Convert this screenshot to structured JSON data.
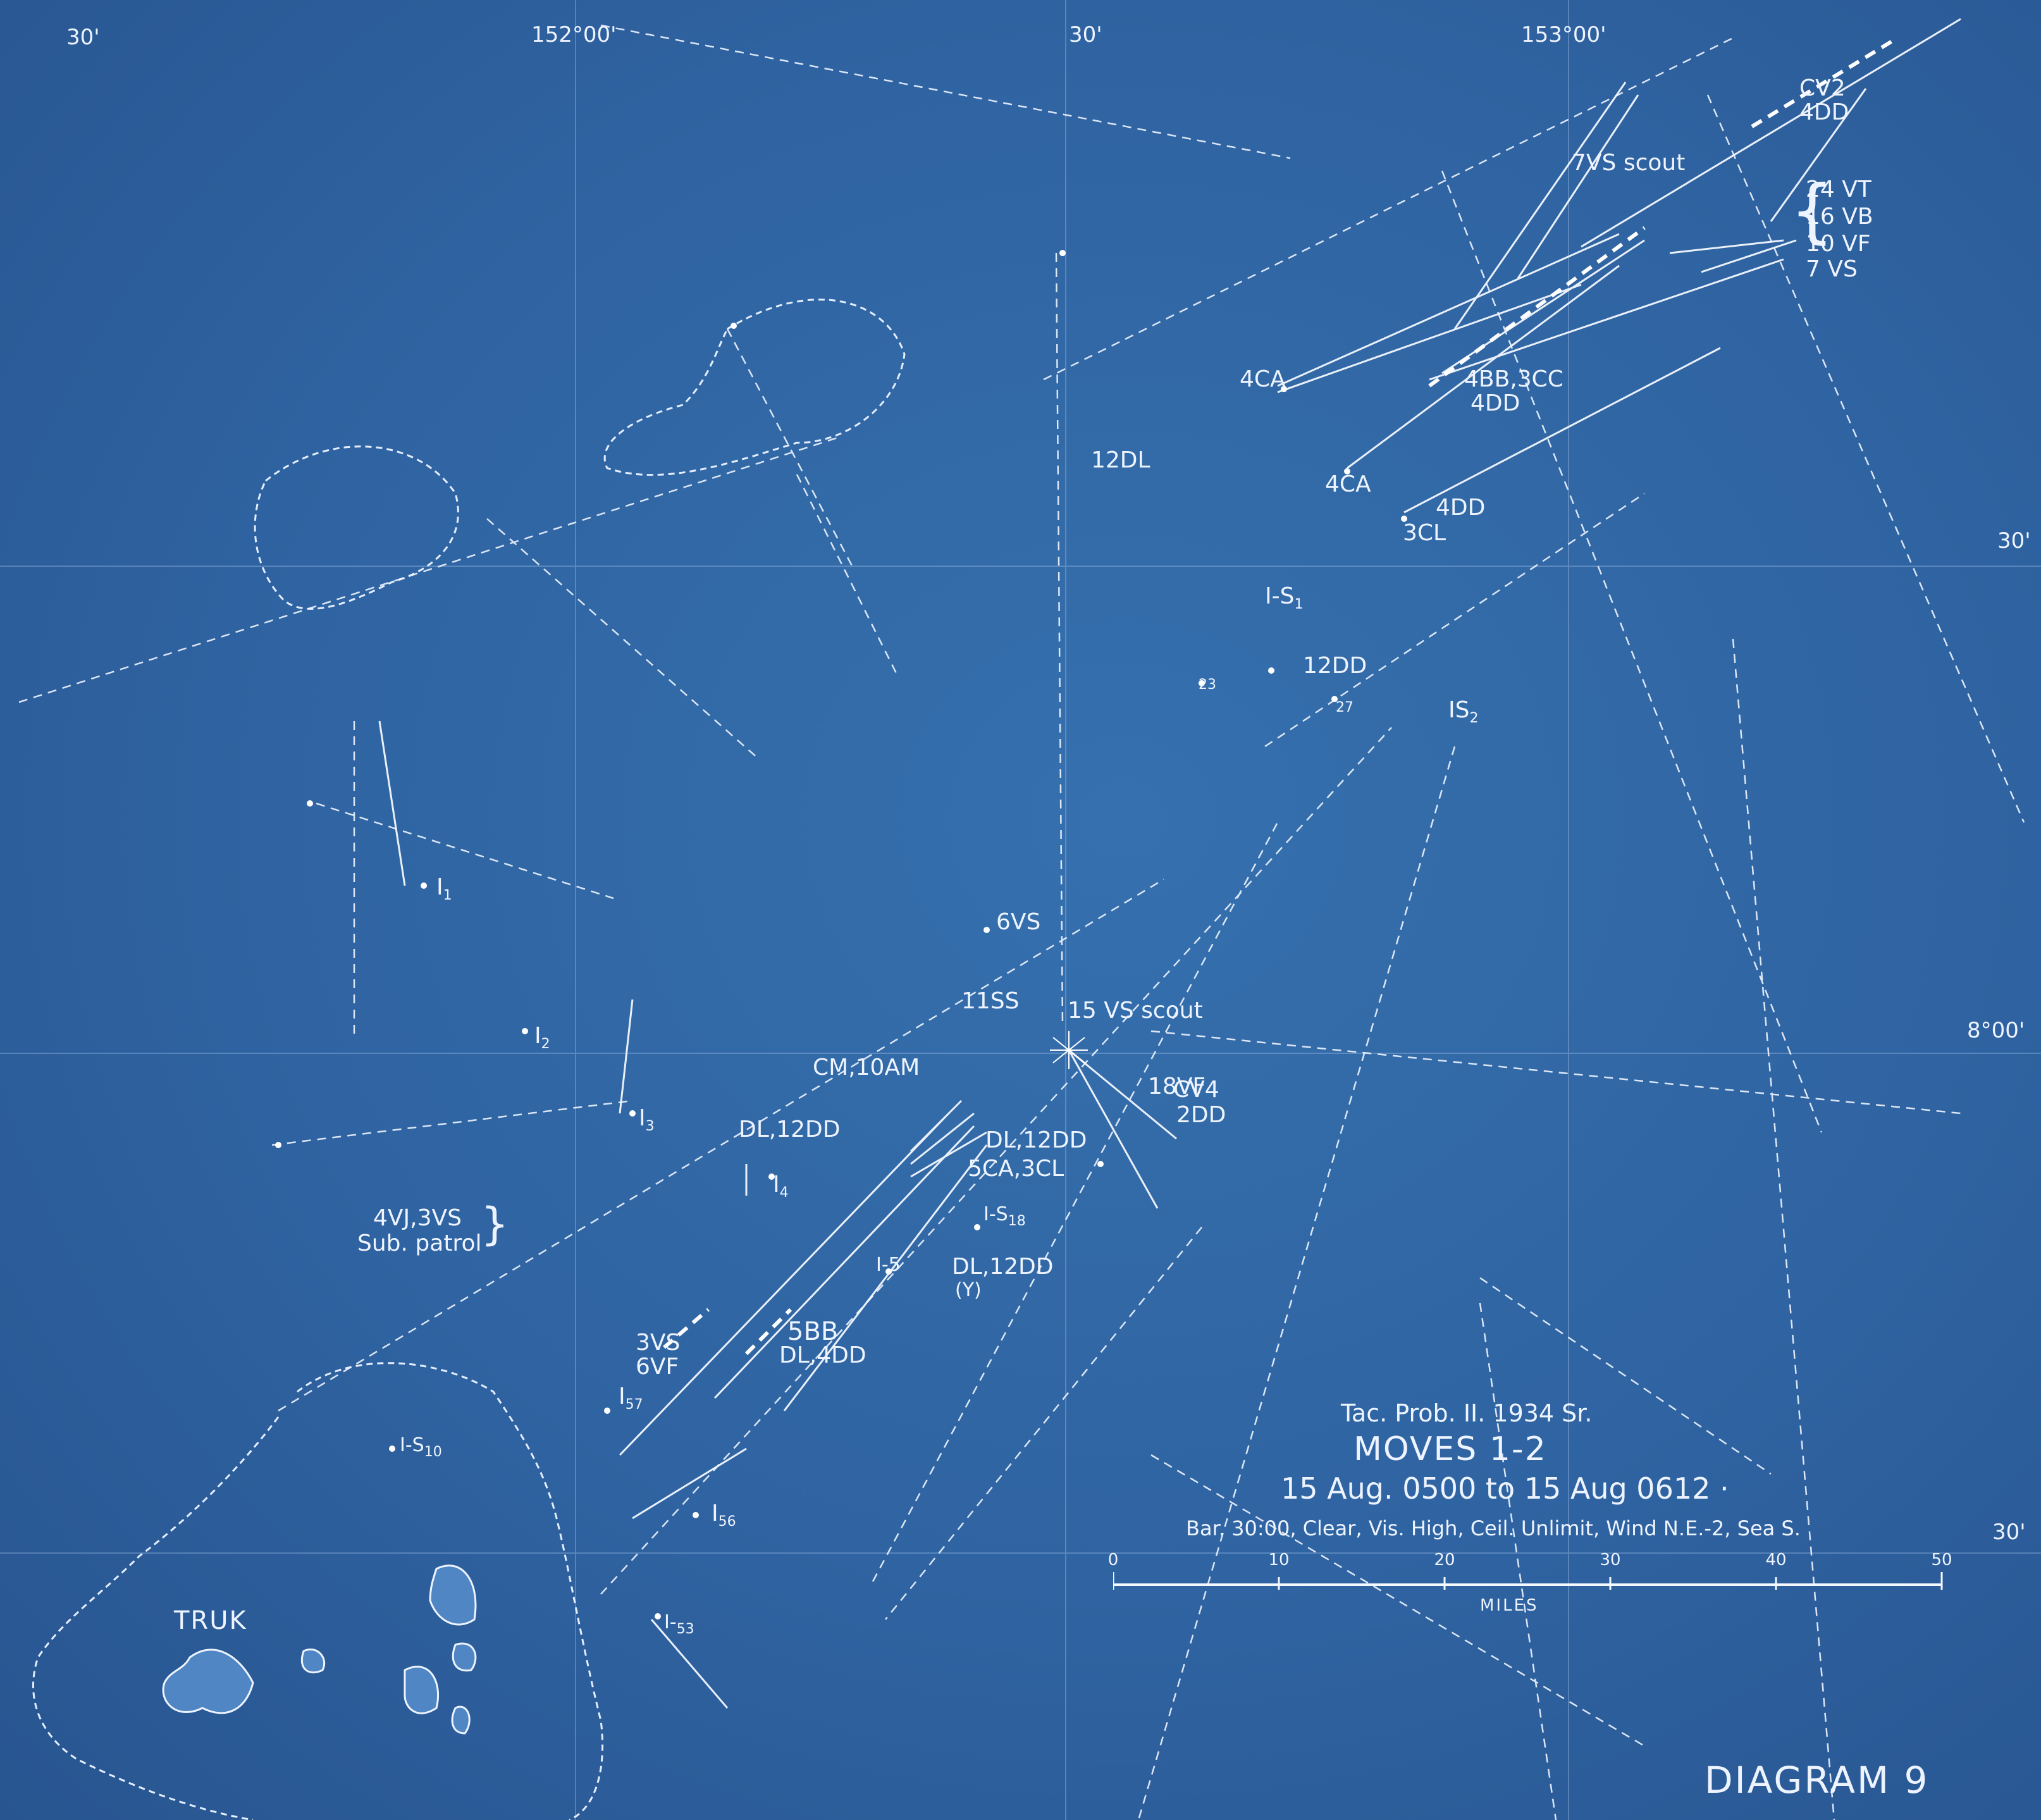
{
  "map": {
    "coordinates": {
      "top_30_left": "30'",
      "lon_152": "152°00'",
      "top_30_mid": "30'",
      "lon_153": "153°00'",
      "right_30_upper": "30'",
      "lat_8": "8°00'",
      "right_30_lower": "30'"
    },
    "place_label": "TRUK",
    "units": {
      "cv2": "CV2",
      "cv2_escort": "4DD",
      "vs_scout_7": "7VS scout",
      "air_group": [
        "24 VT",
        "16 VB",
        "10 VF",
        "7 VS"
      ],
      "ca_north": "4CA",
      "bb_cc": "4BB,3CC",
      "bb_cc_escort": "4DD",
      "dl_12": "12DL",
      "ca_south": "4CA",
      "dd_4": "4DD",
      "cl_3": "3CL",
      "i_s1": "I-S",
      "i_s1_sub": "1",
      "dd_12": "12DD",
      "i_s2": "IS",
      "i_s2_sub": "2",
      "n23": "23",
      "n27": "27",
      "i1": "I",
      "i1_sub": "1",
      "i2": "I",
      "i2_sub": "2",
      "vs_6": "6VS",
      "ss_11": "11SS",
      "vs_scout_15": "15 VS scout",
      "vf_18": "18VF",
      "cv4": "CV4",
      "cv4_escort": "2DD",
      "cm": "CM,10AM",
      "i3": "I",
      "i3_sub": "3",
      "dl_12dd_w": "DL,12DD",
      "dl_12dd_e": "DL,12DD",
      "ca_cl": "5CA,3CL",
      "i4": "I",
      "i4_sub": "4",
      "i_s18": "I-S",
      "i_s18_sub": "18",
      "sub_patrol_1": "4VJ,3VS",
      "sub_patrol_2": "Sub. patrol",
      "i5": "I-5",
      "dl_12dd_s": "DL,12DD",
      "dl_12dd_s_note": "(Y)",
      "bb_5": "5BB",
      "dl_4dd": "DL,4DD",
      "vs_3": "3VS",
      "vf_6": "6VF",
      "i57": "I",
      "i57_sub": "57",
      "i_s10": "I-S",
      "i_s10_sub": "10",
      "i56": "I",
      "i56_sub": "56",
      "i53": "I-",
      "i53_sub": "53"
    },
    "title": {
      "line1": "Tac. Prob. II. 1934 Sr.",
      "line2": "MOVES 1-2",
      "line3": "15 Aug. 0500 to 15 Aug 0612 ·",
      "line4": "Bar. 30:00, Clear, Vis. High, Ceil. Unlimit, Wind N.E.-2, Sea S."
    },
    "scale": {
      "ticks": [
        "0",
        "10",
        "20",
        "30",
        "40",
        "50"
      ],
      "label": "MILES",
      "max_miles": 50
    },
    "diagram_label": "DIAGRAM 9",
    "colors": {
      "paper": "#2f63a1",
      "ink": "#eef4ff"
    }
  }
}
